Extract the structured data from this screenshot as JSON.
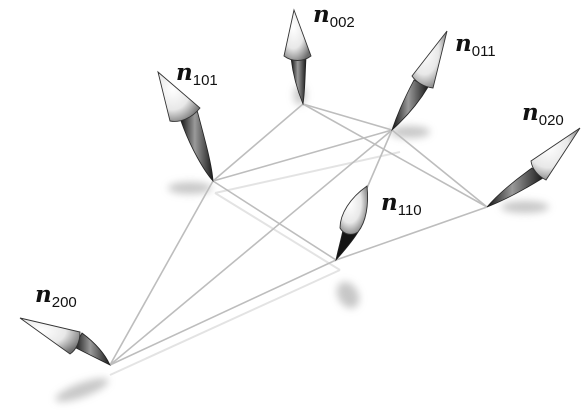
{
  "labels": {
    "n101": {
      "base": "n",
      "sub": "101"
    },
    "n002": {
      "base": "n",
      "sub": "002"
    },
    "n011": {
      "base": "n",
      "sub": "011"
    },
    "n020": {
      "base": "n",
      "sub": "020"
    },
    "n110": {
      "base": "n",
      "sub": "110"
    },
    "n200": {
      "base": "n",
      "sub": "200"
    }
  }
}
